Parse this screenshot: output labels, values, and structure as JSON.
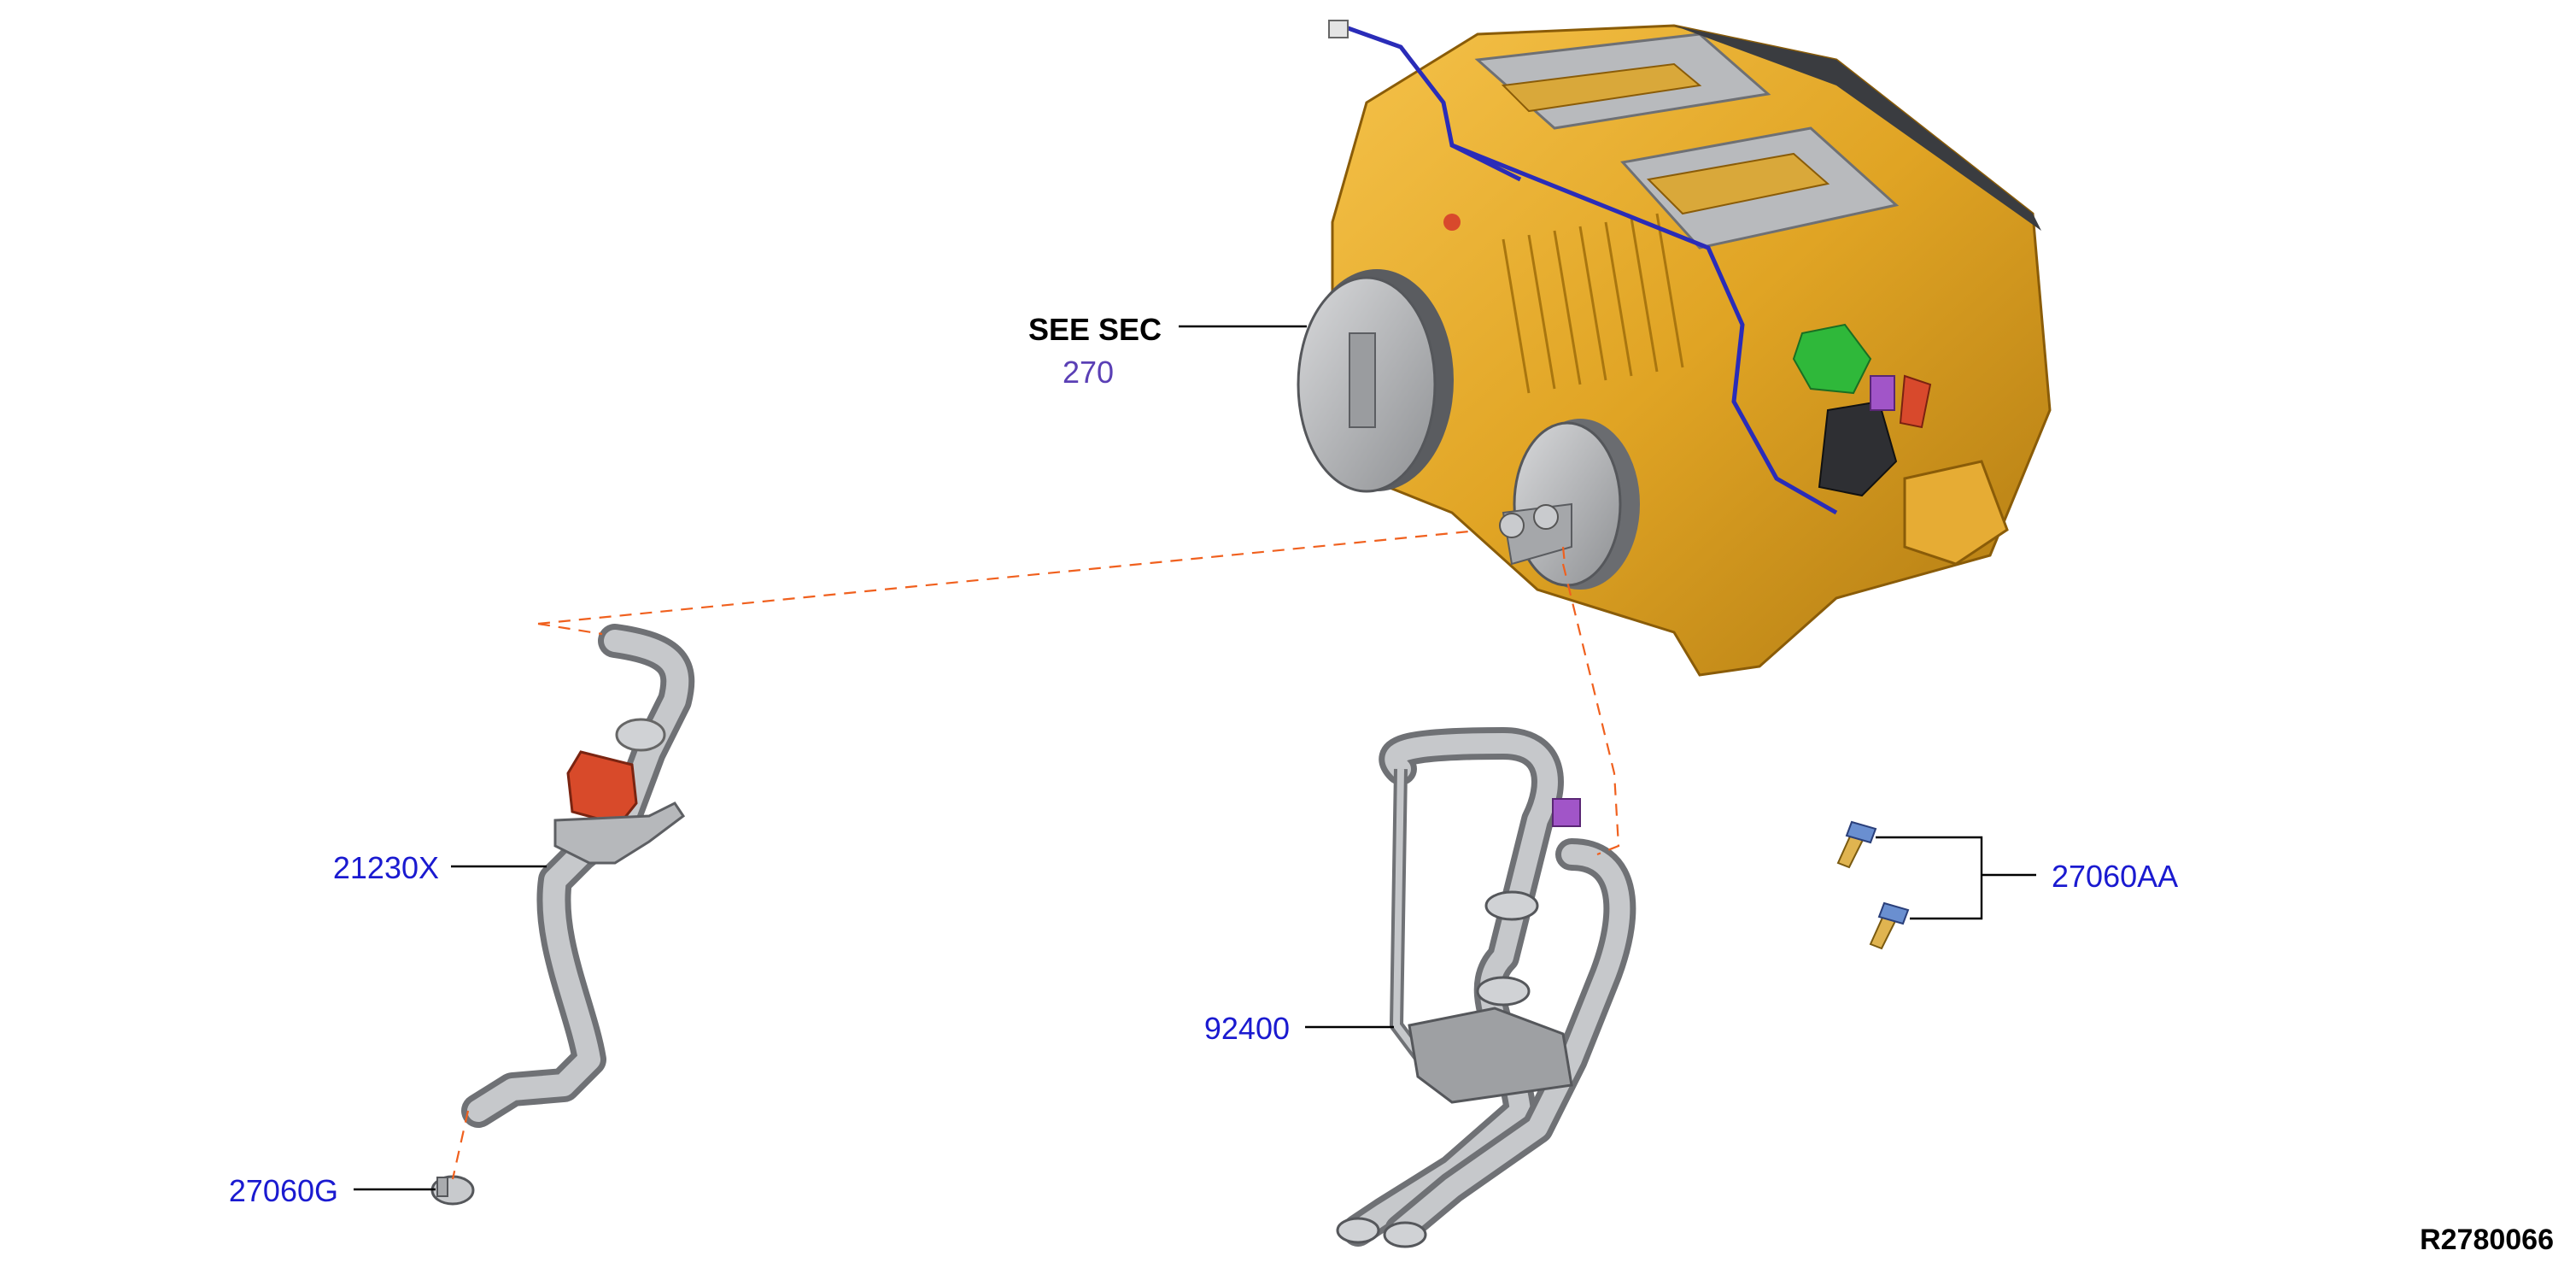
{
  "diagram": {
    "reference_id": "R2780066",
    "see_section": {
      "label": "SEE SEC",
      "number": "270"
    },
    "parts": [
      {
        "id": "21230X",
        "label": "21230X"
      },
      {
        "id": "27060G",
        "label": "27060G"
      },
      {
        "id": "92400",
        "label": "92400"
      },
      {
        "id": "27060AA",
        "label": "27060AA"
      }
    ],
    "colors": {
      "part_label": "#1a1ad0",
      "section_number": "#5a3fb5",
      "dashed_leader": "#f0601e",
      "heater_unit": "#e0a424",
      "hose": "#a9abae"
    }
  }
}
